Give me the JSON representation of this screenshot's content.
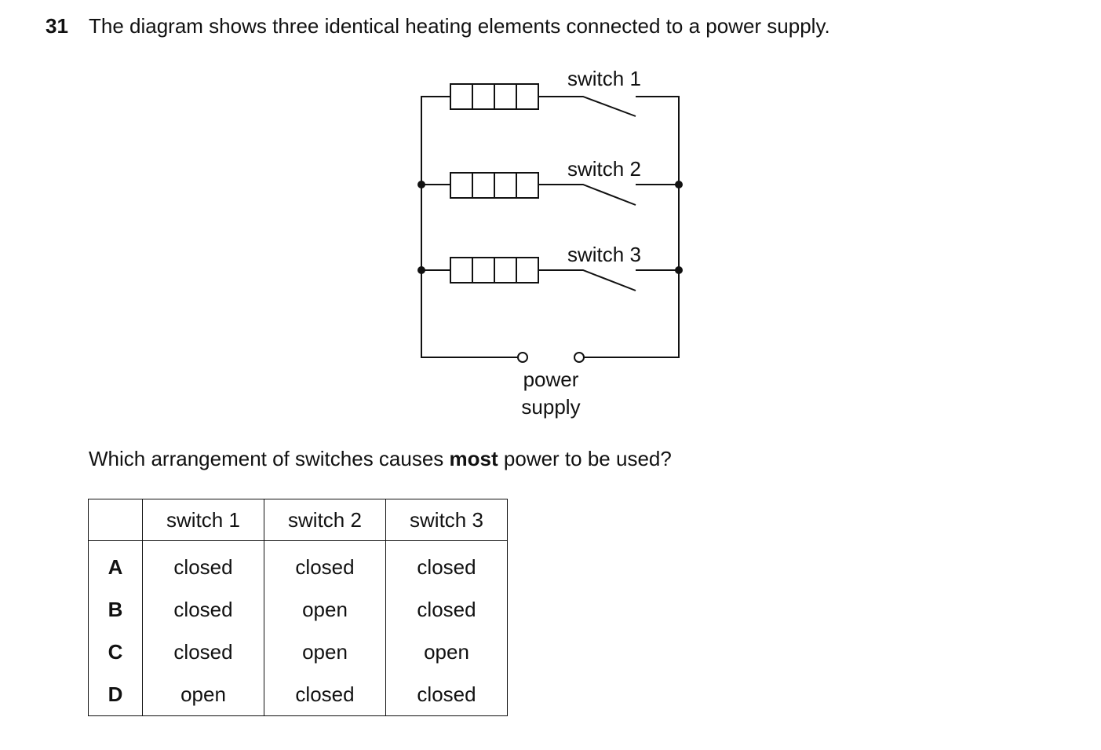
{
  "question": {
    "number": "31",
    "text": "The diagram shows three identical heating elements connected to a power supply.",
    "prompt_before": "Which arrangement of switches causes ",
    "prompt_bold": "most",
    "prompt_after": " power to be used?"
  },
  "diagram": {
    "switch_labels": [
      "switch 1",
      "switch 2",
      "switch 3"
    ],
    "supply_label_line1": "power",
    "supply_label_line2": "supply"
  },
  "table": {
    "headers": [
      "",
      "switch 1",
      "switch 2",
      "switch 3"
    ],
    "rows": [
      {
        "letter": "A",
        "s1": "closed",
        "s2": "closed",
        "s3": "closed"
      },
      {
        "letter": "B",
        "s1": "closed",
        "s2": "open",
        "s3": "closed"
      },
      {
        "letter": "C",
        "s1": "closed",
        "s2": "open",
        "s3": "open"
      },
      {
        "letter": "D",
        "s1": "open",
        "s2": "closed",
        "s3": "closed"
      }
    ]
  }
}
